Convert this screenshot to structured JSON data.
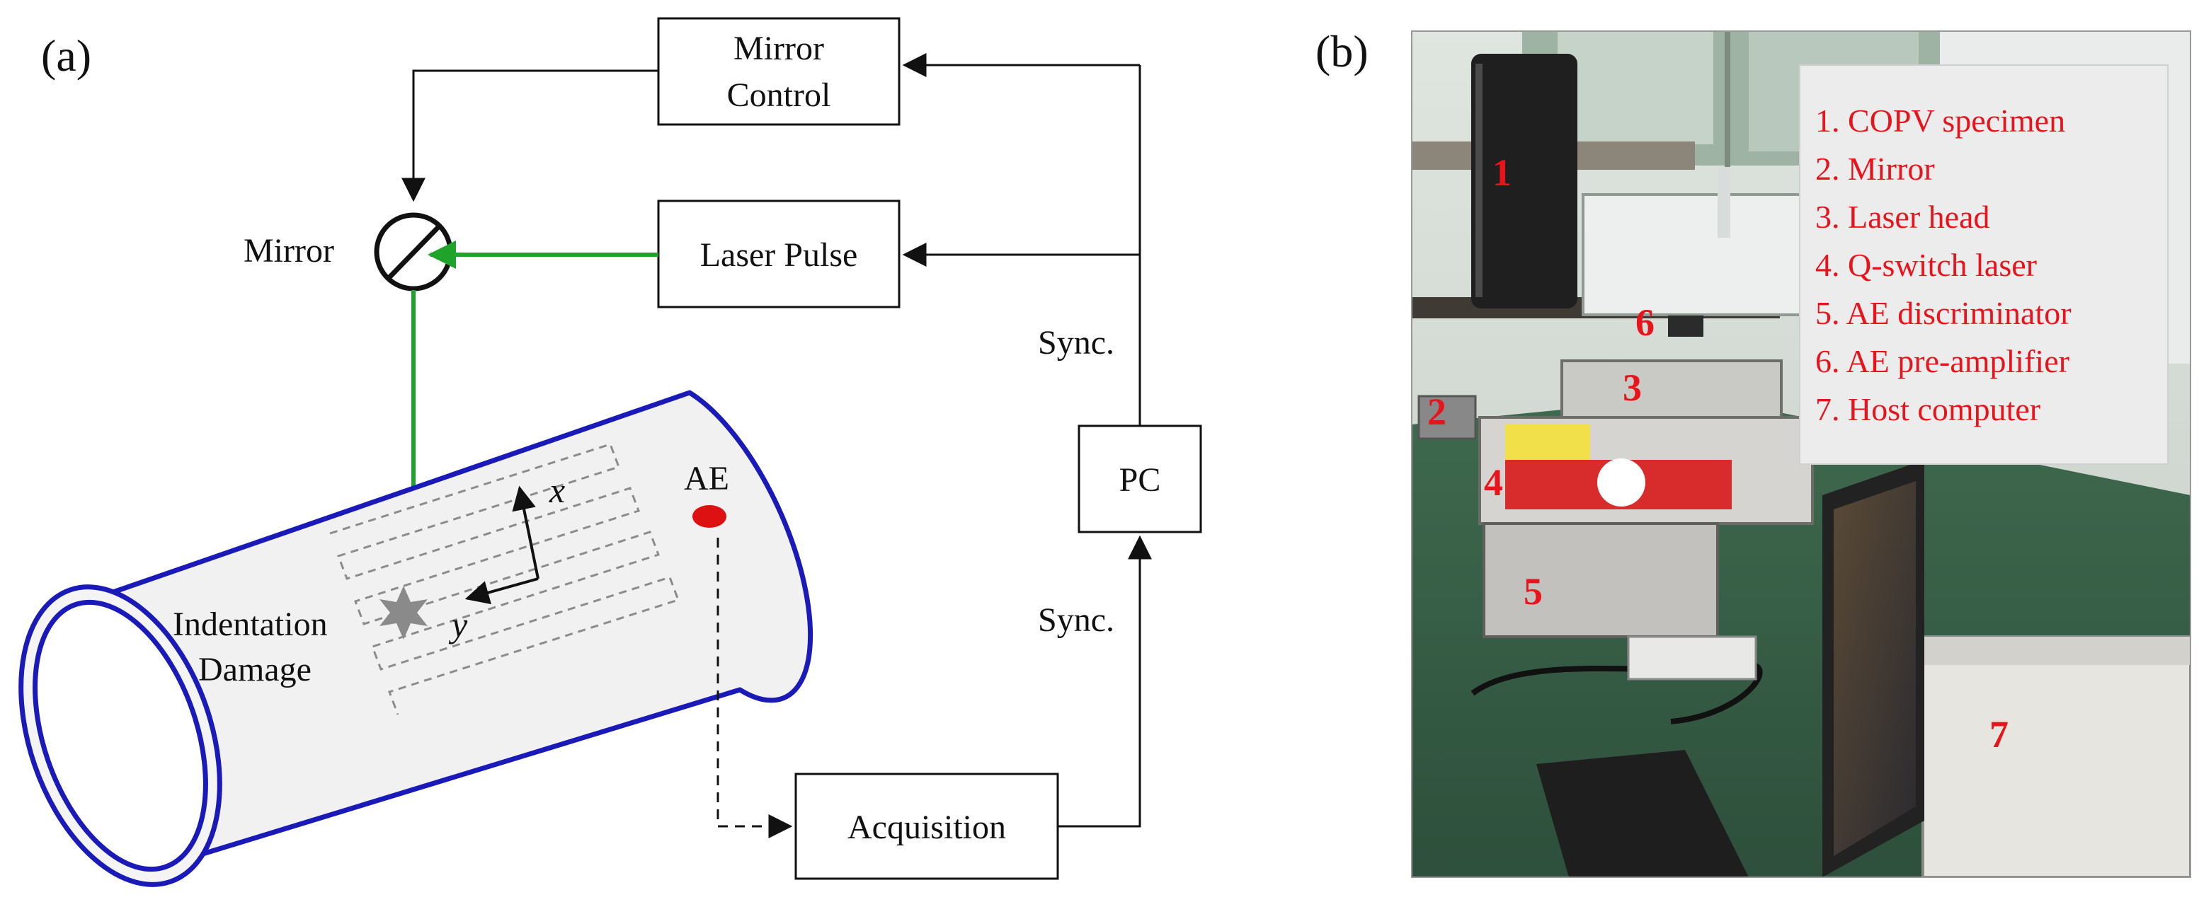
{
  "panel_a": {
    "label": "(a)",
    "boxes": {
      "mirror_control": [
        "Mirror",
        "Control"
      ],
      "laser_pulse": "Laser Pulse",
      "pc": "PC",
      "acquisition": "Acquisition"
    },
    "labels": {
      "mirror": "Mirror",
      "sync_top": "Sync.",
      "sync_bottom": "Sync.",
      "ae": "AE",
      "axis_x": "x",
      "axis_y": "y",
      "damage": [
        "Indentation",
        "Damage"
      ]
    },
    "colors": {
      "laser_path": "#1fa32a",
      "cylinder_outline": "#1a1ab8",
      "ae_sensor": "#dd1111",
      "damage_star": "#8a8a8a",
      "scan_lines": "#8c8c8c"
    }
  },
  "panel_b": {
    "label": "(b)",
    "legend": [
      "1. COPV specimen",
      "2. Mirror",
      "3. Laser head",
      "4. Q-switch laser",
      "5. AE discriminator",
      "6. AE pre-amplifier",
      "7. Host computer"
    ],
    "photo_numbers": [
      "1",
      "2",
      "3",
      "4",
      "5",
      "6",
      "7"
    ],
    "legend_color": "#e8141c"
  }
}
